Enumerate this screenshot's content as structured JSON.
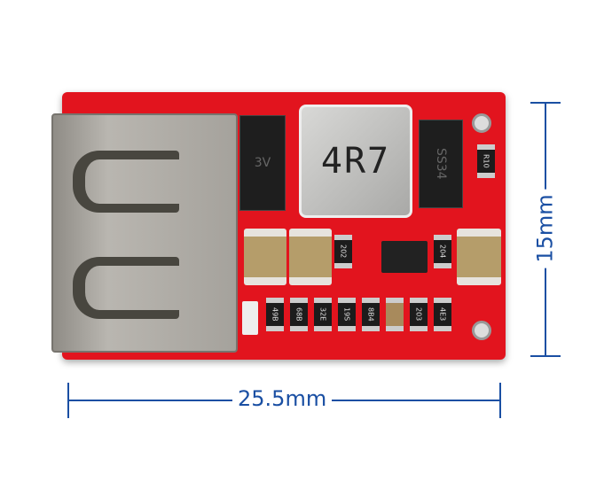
{
  "inductor_label": "4R7",
  "diode_left_label": "3V",
  "diode_right_label": "SS34",
  "resistor_top_right": "R10",
  "resistor_mid_left": "202",
  "resistor_mid_right": "204",
  "resistor_row": [
    "49B",
    "68B",
    "32E",
    "19S",
    "8B4",
    "203",
    "4E3"
  ],
  "dimensions": {
    "width": "25.5mm",
    "height": "15mm"
  }
}
